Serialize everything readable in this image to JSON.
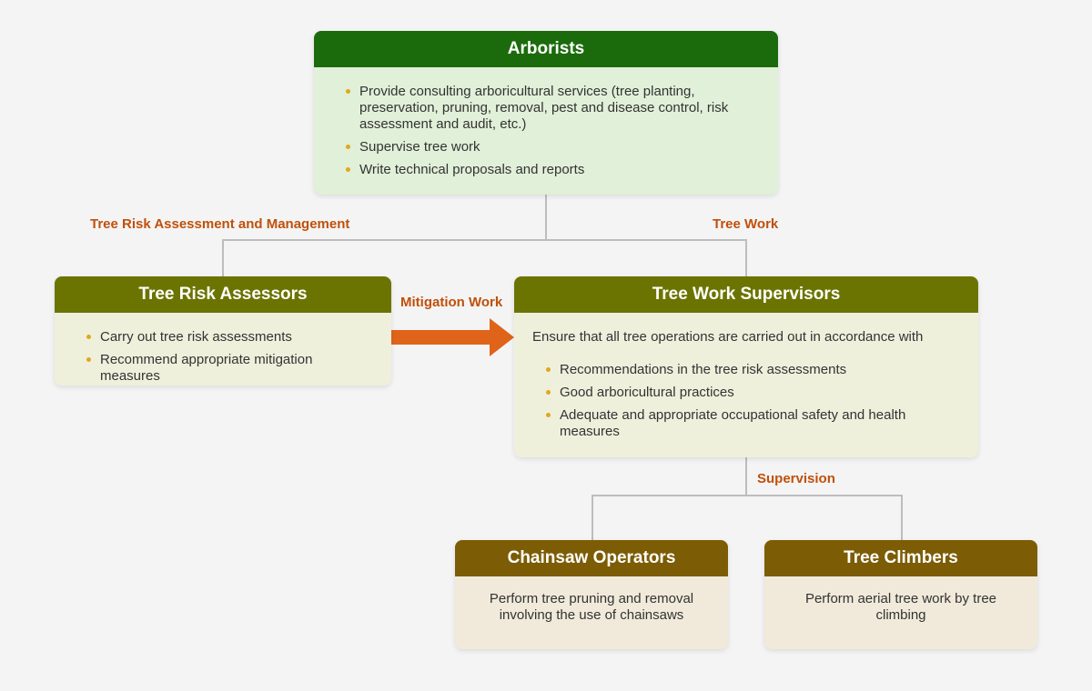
{
  "arborists": {
    "title": "Arborists",
    "items": [
      "Provide consulting arboricultural services (tree planting, preservation, pruning, removal, pest and disease control, risk assessment and audit, etc.)",
      "Supervise tree work",
      "Write technical proposals and reports"
    ]
  },
  "tree_risk_assessors": {
    "title": "Tree Risk Assessors",
    "items": [
      "Carry out tree risk assessments",
      "Recommend appropriate mitigation measures"
    ]
  },
  "tree_work_supervisors": {
    "title": "Tree Work Supervisors",
    "intro": "Ensure that all tree operations are carried out in accordance with",
    "items": [
      "Recommendations in the tree risk assessments",
      "Good arboricultural practices",
      "Adequate and appropriate occupational safety and health measures"
    ]
  },
  "chainsaw_operators": {
    "title": "Chainsaw Operators",
    "description": "Perform tree pruning and removal involving the use of chainsaws"
  },
  "tree_climbers": {
    "title": "Tree Climbers",
    "description": "Perform aerial tree work by tree climbing"
  },
  "labels": {
    "risk_assessment": "Tree Risk Assessment and Management",
    "tree_work": "Tree Work",
    "mitigation": "Mitigation Work",
    "supervision": "Supervision"
  },
  "colors": {
    "arborists_header": "#1b6b0c",
    "arborists_body": "#e1f0d8",
    "middle_header": "#6b7400",
    "middle_body": "#eff0dc",
    "bottom_header": "#7c5c05",
    "bottom_body": "#f1eadb",
    "label_text": "#c0500a",
    "arrow": "#e0631a",
    "bullet": "#e0a81e",
    "connector": "#bdbdbd"
  }
}
